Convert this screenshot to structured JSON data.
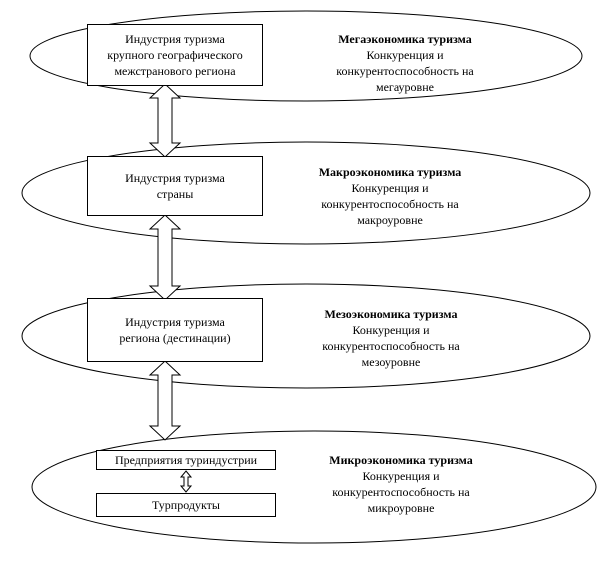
{
  "levels": [
    {
      "box_lines": [
        "Индустрия туризма",
        "крупного географического",
        "межстранового региона"
      ],
      "title": "Мегаэкономика туризма",
      "desc_lines": [
        "Конкуренция и",
        "конкурентоспособность на",
        "мегауровне"
      ]
    },
    {
      "box_lines": [
        "Индустрия туризма",
        "страны"
      ],
      "title": "Макроэкономика туризма",
      "desc_lines": [
        "Конкуренция и",
        "конкурентоспособность на",
        "макроуровне"
      ]
    },
    {
      "box_lines": [
        "Индустрия туризма",
        "региона (дестинации)"
      ],
      "title": "Мезоэкономика туризма",
      "desc_lines": [
        "Конкуренция и",
        "конкурентоспособность на",
        "мезоуровне"
      ]
    },
    {
      "box_top": "Предприятия туриндустрии",
      "box_bottom": "Турпродукты",
      "title": "Микроэкономика туризма",
      "desc_lines": [
        "Конкуренция и",
        "конкурентоспособность на",
        "микроуровне"
      ]
    }
  ]
}
